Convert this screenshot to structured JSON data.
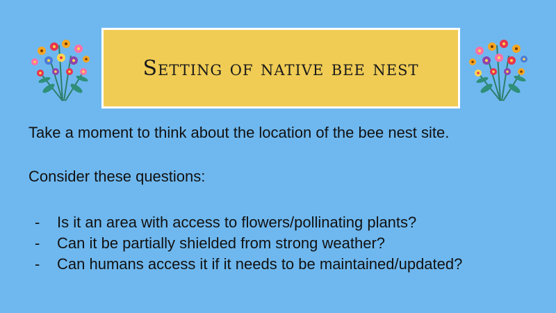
{
  "slide": {
    "background_color": "#6fb8ef",
    "title": "Setting of native bee nest",
    "title_box_color": "#f0cc55",
    "intro": "Take a moment to think about the location of the bee nest site.",
    "consider": "Consider these questions:",
    "bullet_marker": "-",
    "bullets": [
      "Is it an area with access to flowers/pollinating plants?",
      "Can it be partially shielded from strong weather?",
      "Can humans access it if it needs to be maintained/updated?"
    ],
    "decorations": {
      "left_icon": "flower-bouquet-icon",
      "right_icon": "flower-bouquet-icon"
    }
  }
}
